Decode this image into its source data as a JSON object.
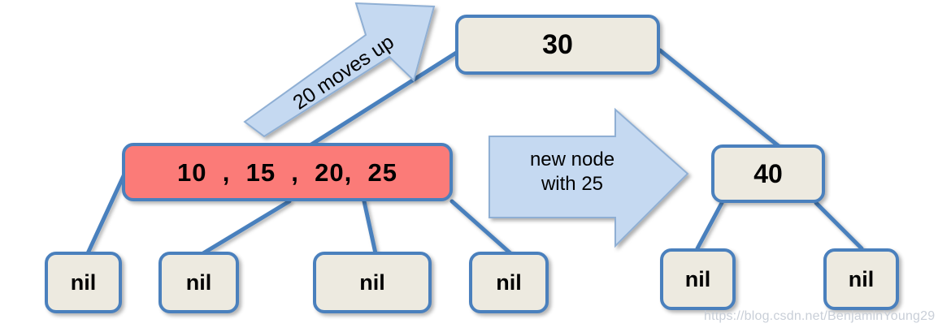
{
  "diagram": {
    "title": "2-3-4 tree / B-tree node split illustration",
    "colors": {
      "node_fill": "#EDEAE0",
      "node_border": "#4A80BD",
      "overflow_node_fill": "#FB7B78",
      "arrow_fill": "#C5D9F1",
      "arrow_border": "#8FAFD4",
      "edge_line": "#4A80BD",
      "text": "#000000",
      "watermark": "#C9CFD8",
      "background": "#FFFFFF"
    },
    "nodes": [
      {
        "id": "root",
        "label": "30",
        "kind": "internal"
      },
      {
        "id": "left",
        "label": "10  ,  15  ,  20,  25",
        "kind": "overflow"
      },
      {
        "id": "right",
        "label": "40",
        "kind": "internal"
      },
      {
        "id": "nil1",
        "label": "nil",
        "kind": "leaf"
      },
      {
        "id": "nil2",
        "label": "nil",
        "kind": "leaf"
      },
      {
        "id": "nil3",
        "label": "nil",
        "kind": "leaf"
      },
      {
        "id": "nil4",
        "label": "nil",
        "kind": "leaf"
      },
      {
        "id": "nil5",
        "label": "nil",
        "kind": "leaf"
      },
      {
        "id": "nil6",
        "label": "nil",
        "kind": "leaf"
      }
    ],
    "annotations": [
      {
        "id": "moves-up",
        "text": "20 moves up",
        "arrow": "diagonal-up-right"
      },
      {
        "id": "new-node",
        "text": "new node\nwith 25",
        "arrow": "block-right"
      }
    ],
    "watermark": "https://blog.csdn.net/BenjaminYoung29"
  }
}
